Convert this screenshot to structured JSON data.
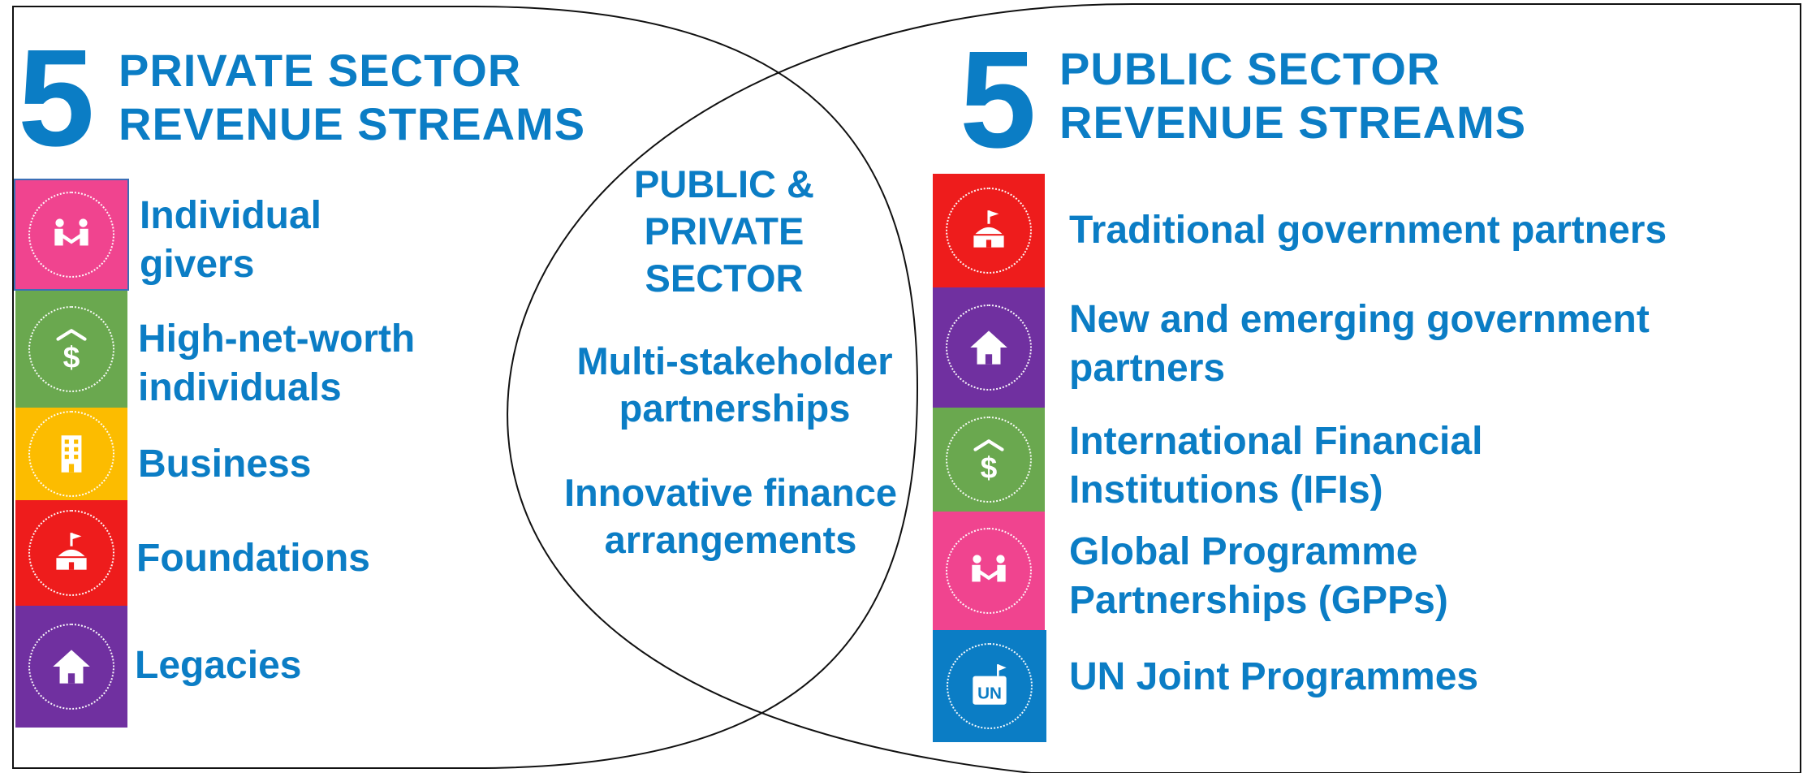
{
  "private_sector": {
    "count": "5",
    "heading_line1": "PRIVATE SECTOR",
    "heading_line2": "REVENUE STREAMS",
    "items": [
      {
        "line1": "Individual",
        "line2": "givers",
        "icon": "handshake-icon",
        "color": "#f0448f"
      },
      {
        "line1": "High-net-worth",
        "line2": "individuals",
        "icon": "dollar-house-icon",
        "color": "#6aa84f"
      },
      {
        "line1": "Business",
        "line2": "",
        "icon": "building-icon",
        "color": "#fcbc00"
      },
      {
        "line1": "Foundations",
        "line2": "",
        "icon": "institution-flag-icon",
        "color": "#ee1c1c"
      },
      {
        "line1": "Legacies",
        "line2": "",
        "icon": "house-icon",
        "color": "#7030a0"
      }
    ]
  },
  "public_sector": {
    "count": "5",
    "heading_line1": "PUBLIC SECTOR",
    "heading_line2": "REVENUE STREAMS",
    "items": [
      {
        "line1": "Traditional government partners",
        "line2": "",
        "icon": "institution-flag-icon",
        "color": "#ee1c1c"
      },
      {
        "line1": "New and emerging government",
        "line2": "partners",
        "icon": "house-icon",
        "color": "#7030a0"
      },
      {
        "line1": "International Financial",
        "line2": "Institutions (IFIs)",
        "icon": "dollar-house-icon",
        "color": "#6aa84f"
      },
      {
        "line1": "Global Programme",
        "line2": "Partnerships (GPPs)",
        "icon": "handshake-icon",
        "color": "#f0448f"
      },
      {
        "line1": "UN Joint Programmes",
        "line2": "",
        "icon": "un-building-icon",
        "color": "#0b7dc5",
        "icon_text": "UN"
      }
    ]
  },
  "overlap": {
    "title_line1": "PUBLIC &",
    "title_line2": "PRIVATE",
    "title_line3": "SECTOR",
    "item1_line1": "Multi-stakeholder",
    "item1_line2": "partnerships",
    "item2_line1": "Innovative finance",
    "item2_line2": "arrangements"
  },
  "colors": {
    "text_blue": "#0b7dc5",
    "pink": "#f0448f",
    "green": "#6aa84f",
    "yellow": "#fcbc00",
    "red": "#ee1c1c",
    "purple": "#7030a0",
    "blue": "#0b7dc5"
  }
}
